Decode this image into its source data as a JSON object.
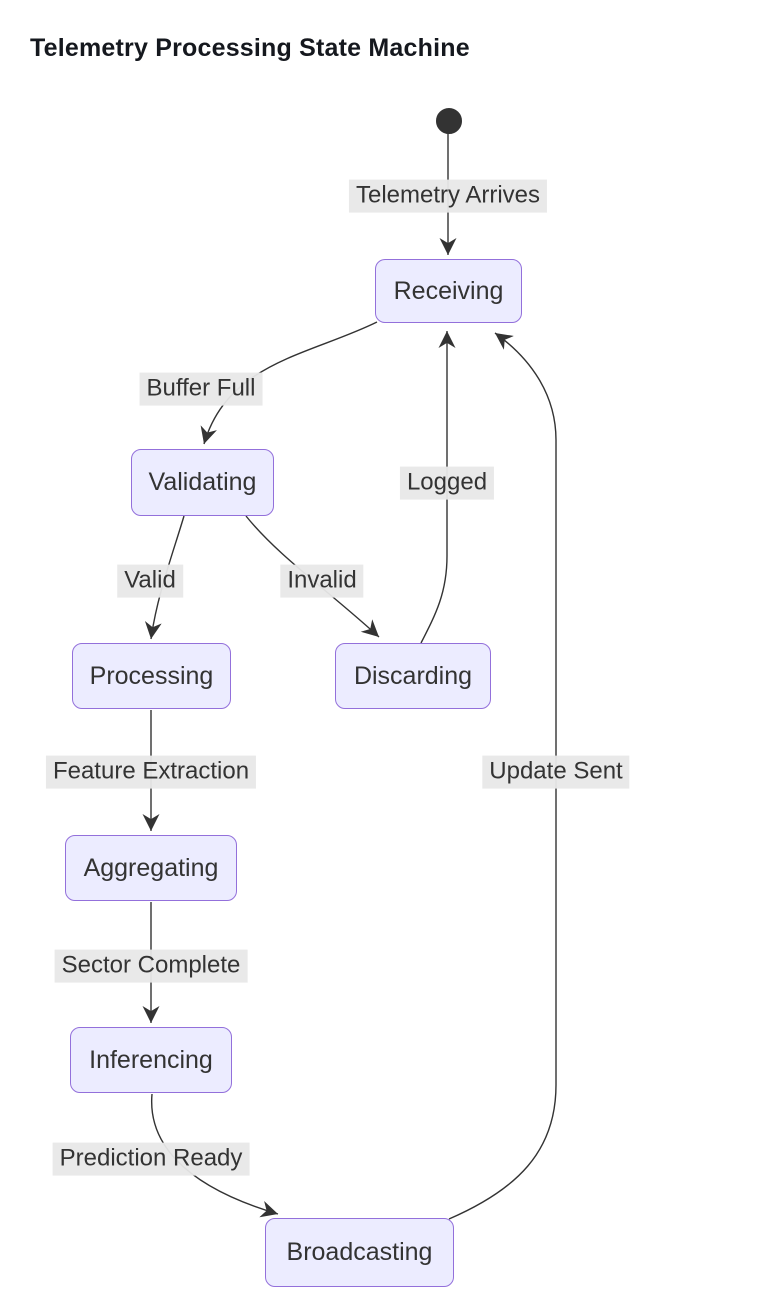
{
  "title": "Telemetry Processing State Machine",
  "diagram": {
    "type": "state-machine",
    "colors": {
      "node_fill": "#ECECFF",
      "node_border": "#9370DB",
      "edge_stroke": "#333333",
      "edge_label_bg": "#E8E8E8",
      "text": "#333333",
      "initial_state": "#333333"
    },
    "initial_state": {
      "id": "start",
      "shape": "filled-dot"
    },
    "nodes": [
      {
        "id": "receiving",
        "label": "Receiving"
      },
      {
        "id": "validating",
        "label": "Validating"
      },
      {
        "id": "processing",
        "label": "Processing"
      },
      {
        "id": "discarding",
        "label": "Discarding"
      },
      {
        "id": "aggregating",
        "label": "Aggregating"
      },
      {
        "id": "inferencing",
        "label": "Inferencing"
      },
      {
        "id": "broadcasting",
        "label": "Broadcasting"
      }
    ],
    "edges": [
      {
        "from": "start",
        "to": "receiving",
        "label": "Telemetry Arrives"
      },
      {
        "from": "receiving",
        "to": "validating",
        "label": "Buffer Full"
      },
      {
        "from": "validating",
        "to": "processing",
        "label": "Valid"
      },
      {
        "from": "validating",
        "to": "discarding",
        "label": "Invalid"
      },
      {
        "from": "discarding",
        "to": "receiving",
        "label": "Logged"
      },
      {
        "from": "processing",
        "to": "aggregating",
        "label": "Feature Extraction"
      },
      {
        "from": "aggregating",
        "to": "inferencing",
        "label": "Sector Complete"
      },
      {
        "from": "inferencing",
        "to": "broadcasting",
        "label": "Prediction Ready"
      },
      {
        "from": "broadcasting",
        "to": "receiving",
        "label": "Update Sent"
      }
    ]
  }
}
